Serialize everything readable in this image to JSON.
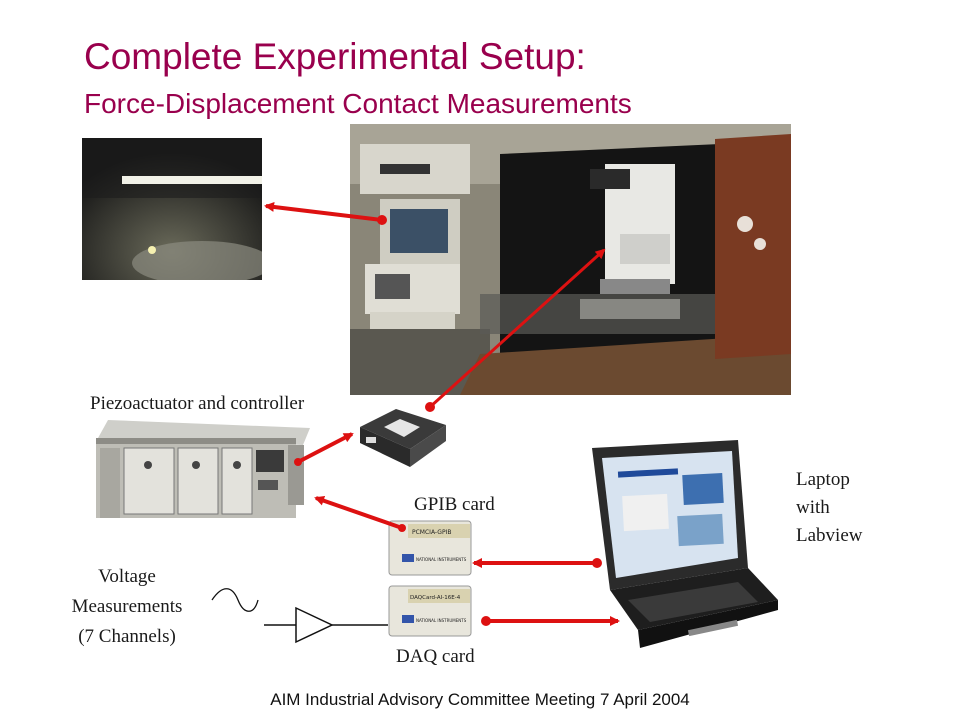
{
  "slide": {
    "title": "Complete Experimental Setup:",
    "subtitle": "Force-Displacement Contact Measurements",
    "footer": "AIM Industrial Advisory Committee Meeting 7 April 2004"
  },
  "labels": {
    "piezo": "Piezoactuator and controller",
    "gpib": "GPIB card",
    "daq": "DAQ card",
    "laptop": [
      "Laptop",
      "with",
      "Labview"
    ],
    "voltage": [
      "Voltage",
      "Measurements",
      "(7 Channels)"
    ]
  },
  "card_text": {
    "gpib_card": "PCMCIA-GPIB",
    "daq_card": "DAQCard-AI-16E-4",
    "ni_brand": "NATIONAL INSTRUMENTS"
  },
  "colors": {
    "title": "#99004d",
    "arrow": "#dd1111"
  }
}
